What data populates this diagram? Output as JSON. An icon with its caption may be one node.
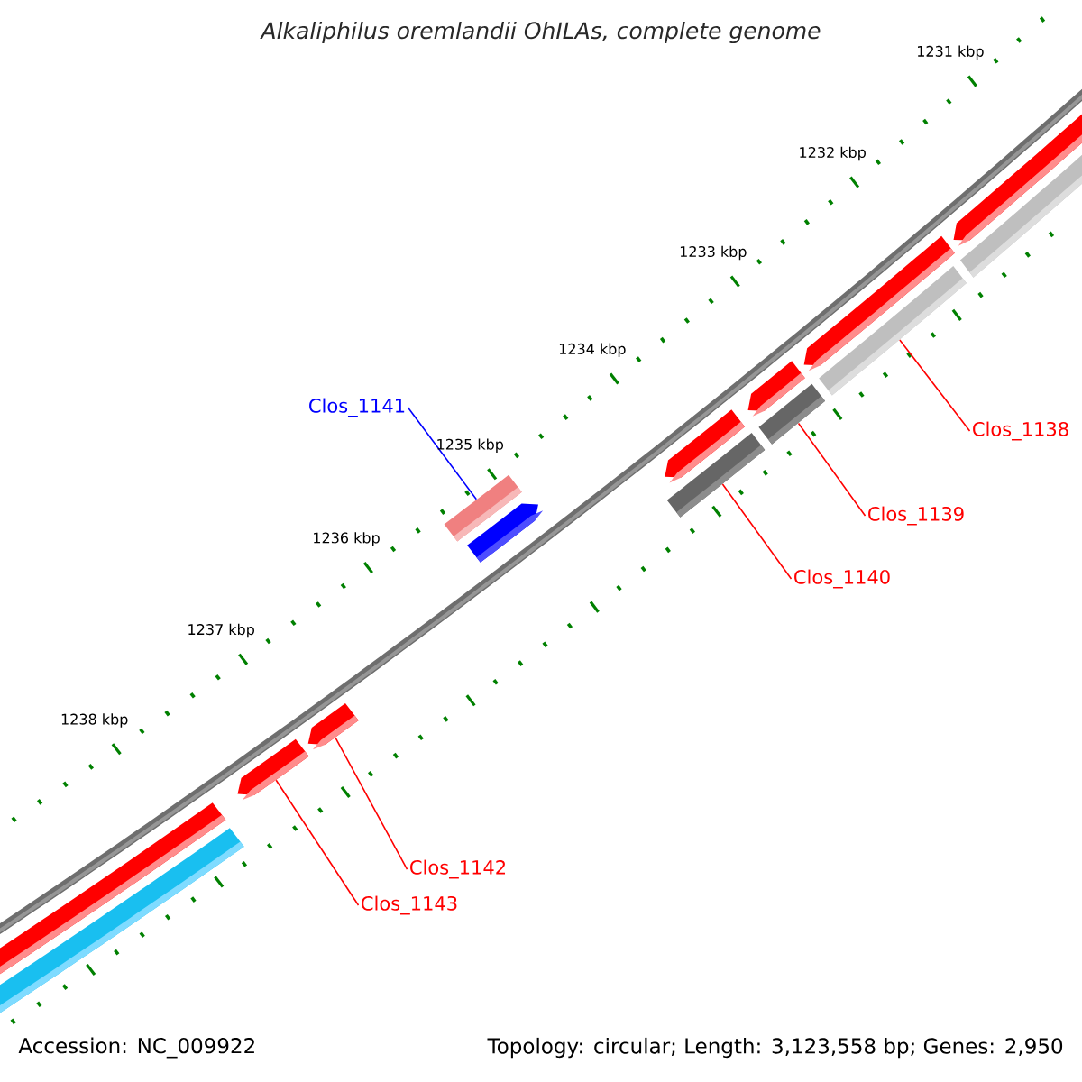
{
  "diagram": {
    "title": "Alkaliphilus oremlandii OhILAs, complete genome",
    "nodes": [
      {
        "text": [
          "Clos_1141"
        ]
      },
      {
        "text": [
          "Clos_1138"
        ]
      },
      {
        "text": [
          "Clos_1139"
        ]
      },
      {
        "text": [
          "Clos_1140"
        ]
      },
      {
        "text": [
          "Clos_1142"
        ]
      },
      {
        "text": [
          "Clos_1143"
        ]
      },
      {
        "text": [],
        "shape": "bar"
      },
      {
        "text": [],
        "shape": "bar"
      },
      {
        "text": [],
        "shape": "pentagon"
      },
      {
        "text": [],
        "shape": "pentagon"
      },
      {
        "text": [],
        "shape": "bar"
      },
      {
        "text": [],
        "shape": "pentagon"
      },
      {
        "text": [],
        "shape": "pentagon"
      },
      {
        "text": [],
        "shape": "bar"
      },
      {
        "text": [],
        "shape": "pentagon"
      },
      {
        "text": [],
        "shape": "bar"
      },
      {
        "text": [],
        "shape": "pentagon"
      },
      {
        "text": [],
        "shape": "bar"
      },
      {
        "text": [],
        "shape": "pentagon"
      },
      {
        "text": [],
        "shape": "bar"
      }
    ],
    "edges": [
      {
        "from": 0,
        "to": 10,
        "arrow": "none",
        "color": "#0000ff"
      },
      {
        "from": 1,
        "to": 17,
        "arrow": "none"
      },
      {
        "from": 2,
        "to": 15,
        "arrow": "none"
      },
      {
        "from": 3,
        "to": 13,
        "arrow": "none"
      },
      {
        "from": 4,
        "to": 9,
        "arrow": "none"
      },
      {
        "from": 5,
        "to": 8,
        "arrow": "none"
      }
    ],
    "labels": [
      "1231 kbp",
      "1232 kbp",
      "1233 kbp",
      "1234 kbp",
      "1235 kbp",
      "1236 kbp",
      "1237 kbp",
      "1238 kbp",
      "Accession: NC_009922",
      "Topology: circular; Length: 3,123,558 bp; Genes: 2,950"
    ]
  }
}
